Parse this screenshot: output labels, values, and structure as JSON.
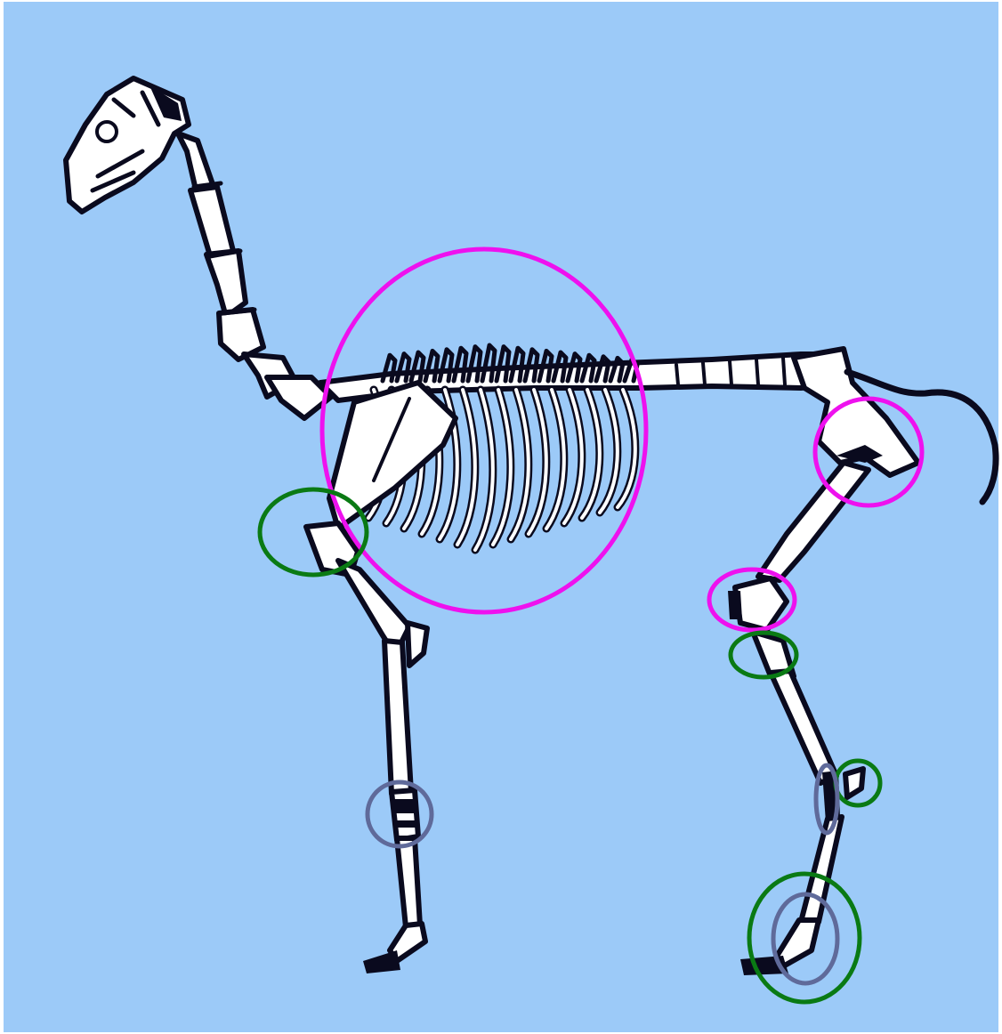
{
  "figure": {
    "background_color": "#9CCAF8",
    "border_color": "#FFFFFF",
    "bone_fill": "#FFFFFF",
    "bone_outline": "#0A0A1E"
  },
  "annotation_colors": {
    "magenta": "#EE11EE",
    "green": "#0A7A14",
    "slate": "#5F6A9A"
  },
  "annotations": [
    {
      "id": "rib-cage",
      "color": "magenta"
    },
    {
      "id": "hip",
      "color": "magenta"
    },
    {
      "id": "stifle",
      "color": "magenta"
    },
    {
      "id": "shoulder",
      "color": "green"
    },
    {
      "id": "hock",
      "color": "green"
    },
    {
      "id": "hind-dewclaw",
      "color": "green"
    },
    {
      "id": "hind-hoof",
      "color": "green"
    },
    {
      "id": "front-knee",
      "color": "slate"
    },
    {
      "id": "hind-cannon",
      "color": "slate"
    },
    {
      "id": "hind-pastern",
      "color": "slate"
    }
  ]
}
